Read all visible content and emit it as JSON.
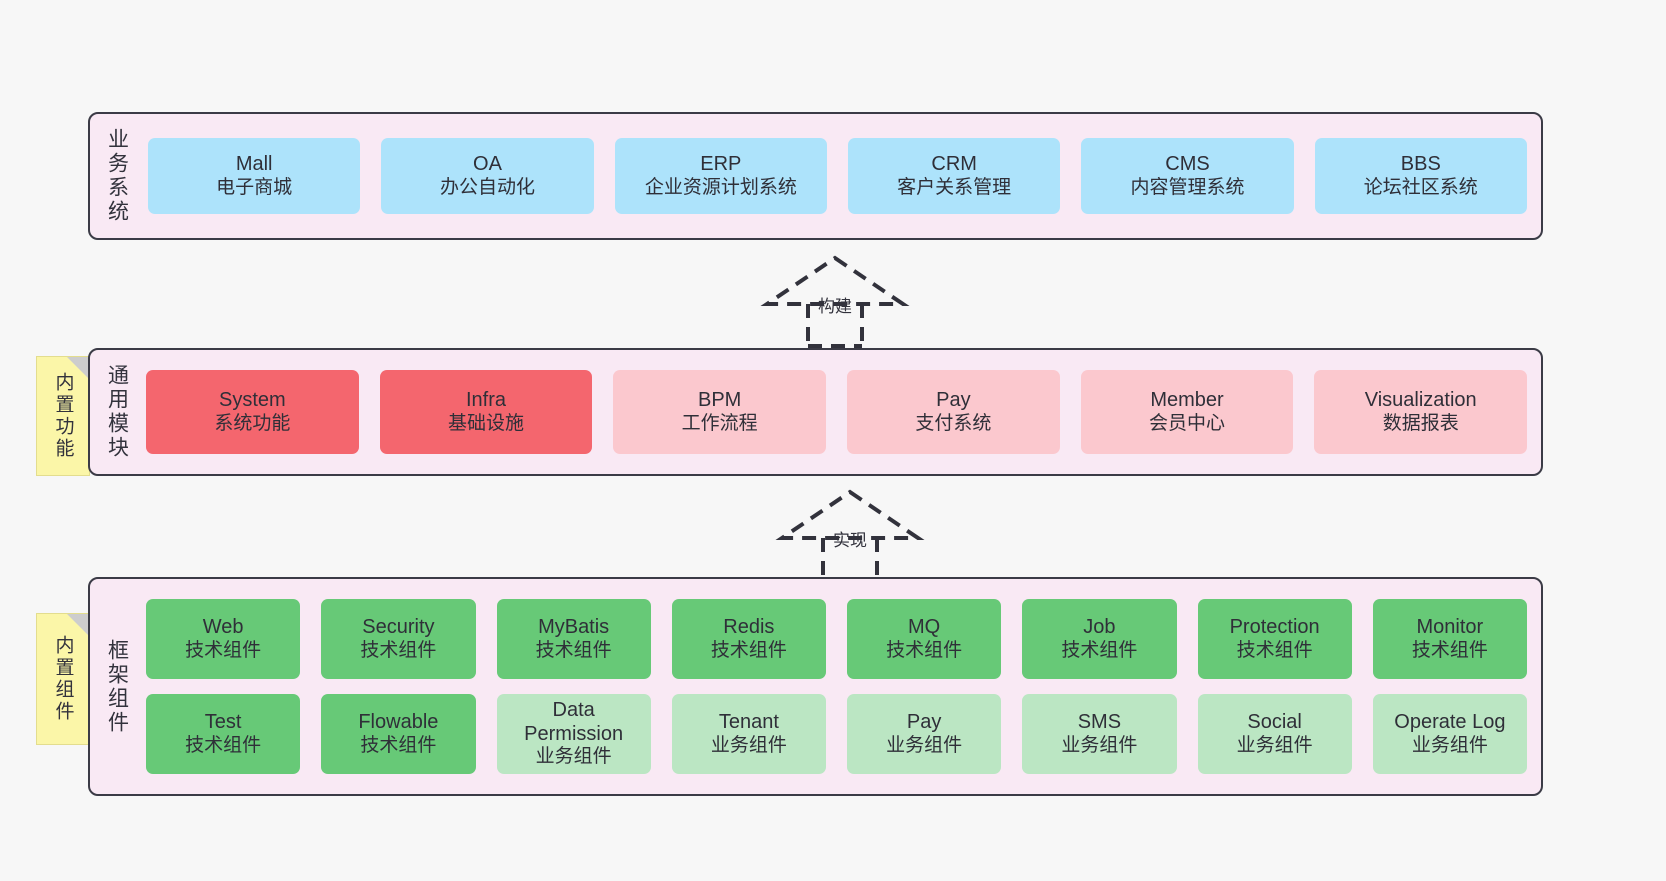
{
  "layers": {
    "business": {
      "title": "业务系统",
      "cards": [
        {
          "en": "Mall",
          "cn": "电子商城"
        },
        {
          "en": "OA",
          "cn": "办公自动化"
        },
        {
          "en": "ERP",
          "cn": "企业资源计划系统"
        },
        {
          "en": "CRM",
          "cn": "客户关系管理"
        },
        {
          "en": "CMS",
          "cn": "内容管理系统"
        },
        {
          "en": "BBS",
          "cn": "论坛社区系统"
        }
      ]
    },
    "modules": {
      "title": "通用模块",
      "note": "内置功能",
      "cards": [
        {
          "en": "System",
          "cn": "系统功能",
          "tone": "red"
        },
        {
          "en": "Infra",
          "cn": "基础设施",
          "tone": "red"
        },
        {
          "en": "BPM",
          "cn": "工作流程",
          "tone": "pink"
        },
        {
          "en": "Pay",
          "cn": "支付系统",
          "tone": "pink"
        },
        {
          "en": "Member",
          "cn": "会员中心",
          "tone": "pink"
        },
        {
          "en": "Visualization",
          "cn": "数据报表",
          "tone": "pink"
        }
      ]
    },
    "framework": {
      "title": "框架组件",
      "note": "内置组件",
      "row1": [
        {
          "en": "Web",
          "cn": "技术组件",
          "tone": "green-dark"
        },
        {
          "en": "Security",
          "cn": "技术组件",
          "tone": "green-dark"
        },
        {
          "en": "MyBatis",
          "cn": "技术组件",
          "tone": "green-dark"
        },
        {
          "en": "Redis",
          "cn": "技术组件",
          "tone": "green-dark"
        },
        {
          "en": "MQ",
          "cn": "技术组件",
          "tone": "green-dark"
        },
        {
          "en": "Job",
          "cn": "技术组件",
          "tone": "green-dark"
        },
        {
          "en": "Protection",
          "cn": "技术组件",
          "tone": "green-dark"
        },
        {
          "en": "Monitor",
          "cn": "技术组件",
          "tone": "green-dark"
        }
      ],
      "row2": [
        {
          "en": "Test",
          "cn": "技术组件",
          "tone": "green-dark"
        },
        {
          "en": "Flowable",
          "cn": "技术组件",
          "tone": "green-dark"
        },
        {
          "en": "Data Permission",
          "cn": "业务组件",
          "tone": "green-light"
        },
        {
          "en": "Tenant",
          "cn": "业务组件",
          "tone": "green-light"
        },
        {
          "en": "Pay",
          "cn": "业务组件",
          "tone": "green-light"
        },
        {
          "en": "SMS",
          "cn": "业务组件",
          "tone": "green-light"
        },
        {
          "en": "Social",
          "cn": "业务组件",
          "tone": "green-light"
        },
        {
          "en": "Operate Log",
          "cn": "业务组件",
          "tone": "green-light"
        }
      ]
    }
  },
  "arrows": {
    "build": "构建",
    "implement": "实现"
  },
  "colors": {
    "canvas_background": "#f7f7f7",
    "layer_background": "#f9e9f4",
    "layer_border": "#3b3b46",
    "business_card": "#ade3fb",
    "module_primary": "#f4666e",
    "module_secondary": "#fbc8ce",
    "framework_tech": "#67c977",
    "framework_biz": "#bbe6c3",
    "note_background": "#fbf6a8",
    "note_fold": "#cdcdcd",
    "text": "#2f2f38"
  }
}
